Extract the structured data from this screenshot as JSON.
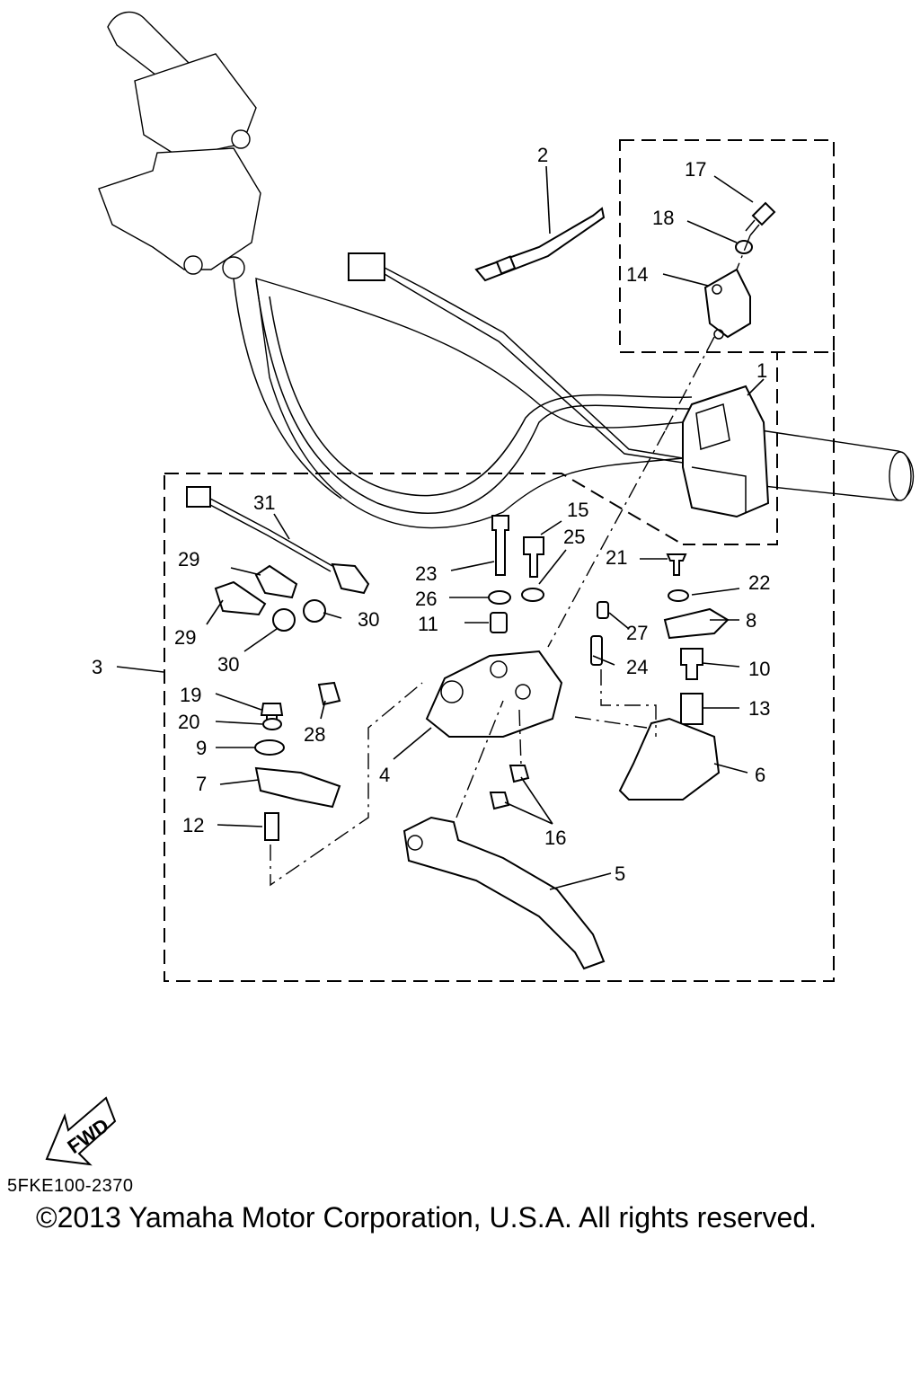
{
  "diagram": {
    "callouts": [
      {
        "label": "1"
      },
      {
        "label": "2"
      },
      {
        "label": "3"
      },
      {
        "label": "4"
      },
      {
        "label": "5"
      },
      {
        "label": "6"
      },
      {
        "label": "7"
      },
      {
        "label": "8"
      },
      {
        "label": "9"
      },
      {
        "label": "10"
      },
      {
        "label": "11"
      },
      {
        "label": "12"
      },
      {
        "label": "13"
      },
      {
        "label": "14"
      },
      {
        "label": "15"
      },
      {
        "label": "16"
      },
      {
        "label": "17"
      },
      {
        "label": "18"
      },
      {
        "label": "19"
      },
      {
        "label": "20"
      },
      {
        "label": "21"
      },
      {
        "label": "22"
      },
      {
        "label": "23"
      },
      {
        "label": "24"
      },
      {
        "label": "25"
      },
      {
        "label": "26"
      },
      {
        "label": "27"
      },
      {
        "label": "28"
      },
      {
        "label": "29"
      },
      {
        "label": "29"
      },
      {
        "label": "30"
      },
      {
        "label": "30"
      },
      {
        "label": "31"
      }
    ],
    "fwd_label": "FWD"
  },
  "footer": {
    "diagram_code": "5FKE100-2370",
    "copyright": "©2013 Yamaha Motor Corporation, U.S.A. All rights reserved."
  }
}
